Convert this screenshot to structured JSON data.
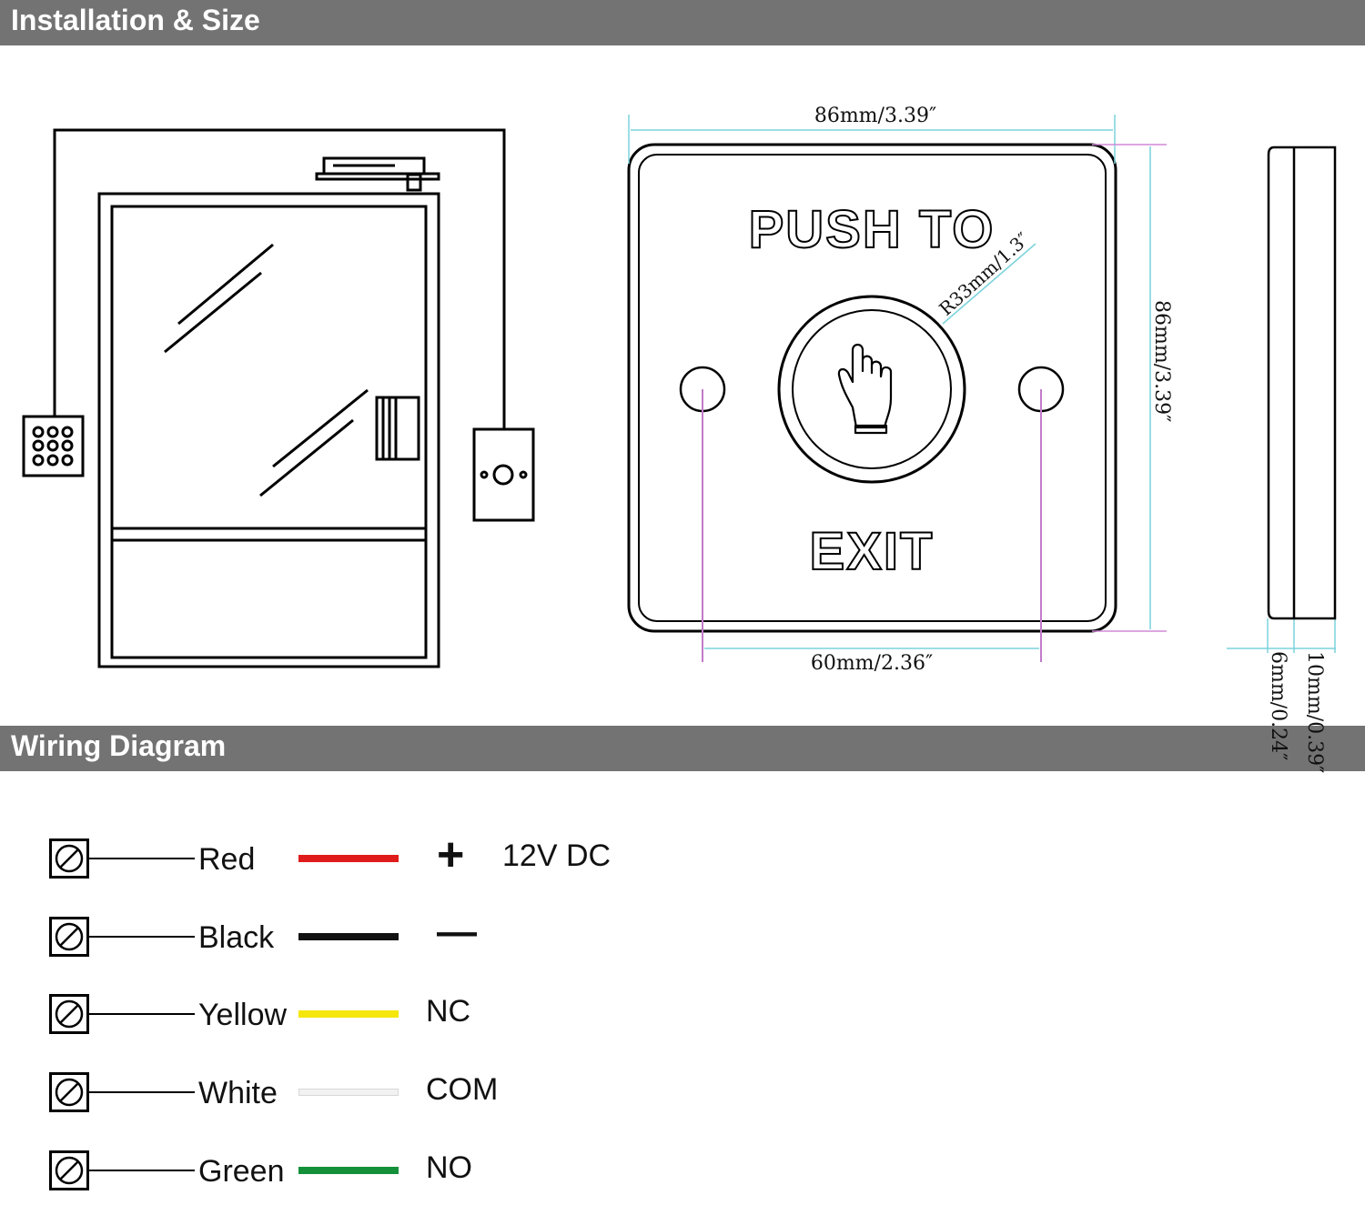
{
  "sections": {
    "installation": {
      "title": "Installation & Size"
    },
    "wiring": {
      "title": "Wiring Diagram"
    }
  },
  "button_face": {
    "top_text": "PUSH TO",
    "bottom_text": "EXIT"
  },
  "dimensions": {
    "width": "86mm/3.39″",
    "height": "86mm/3.39″",
    "hole_spacing": "60mm/2.36″",
    "radius": "R33mm/1.3″",
    "depth_base": "6mm/0.24″",
    "depth_total": "10mm/0.39″"
  },
  "wires": [
    {
      "name": "Red",
      "color": "#e01b1b",
      "function": "+",
      "extra": "12V DC"
    },
    {
      "name": "Black",
      "color": "#111111",
      "function": "—",
      "extra": ""
    },
    {
      "name": "Yellow",
      "color": "#f5e60c",
      "function": "NC",
      "extra": ""
    },
    {
      "name": "White",
      "color": "#f2f2f2",
      "function": "COM",
      "extra": ""
    },
    {
      "name": "Green",
      "color": "#15903a",
      "function": "NO",
      "extra": ""
    }
  ]
}
